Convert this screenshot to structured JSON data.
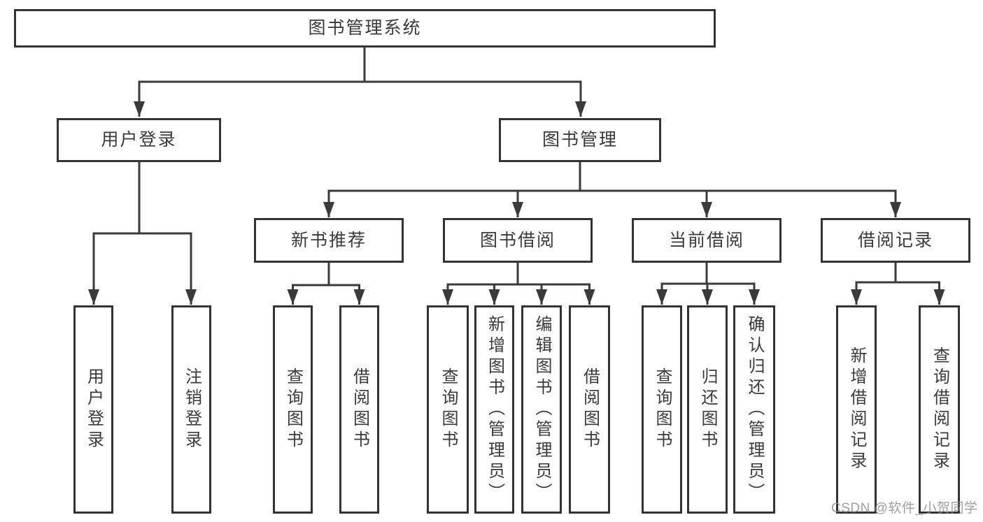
{
  "diagram": {
    "root": {
      "label": "图书管理系统"
    },
    "level2": [
      {
        "label": "用户登录"
      },
      {
        "label": "图书管理"
      }
    ],
    "level3": [
      {
        "label": "新书推荐"
      },
      {
        "label": "图书借阅"
      },
      {
        "label": "当前借阅"
      },
      {
        "label": "借阅记录"
      }
    ],
    "leaves": [
      {
        "label": "用户登录"
      },
      {
        "label": "注销登录"
      },
      {
        "label": "查询图书"
      },
      {
        "label": "借阅图书"
      },
      {
        "label": "查询图书"
      },
      {
        "label": "新增图书（管理员）"
      },
      {
        "label": "编辑图书（管理员）"
      },
      {
        "label": "借阅图书"
      },
      {
        "label": "查询图书"
      },
      {
        "label": "归还图书"
      },
      {
        "label": "确认归还（管理员）"
      },
      {
        "label": "新增借阅记录"
      },
      {
        "label": "查询借阅记录"
      }
    ]
  },
  "watermark": {
    "text": "CSDN @软件_小贺同学"
  },
  "colors": {
    "line": "#3a3a3a",
    "box_border": "#333333",
    "text": "#3a3a3a",
    "watermark": "#8e8e8e",
    "background": "#ffffff"
  }
}
